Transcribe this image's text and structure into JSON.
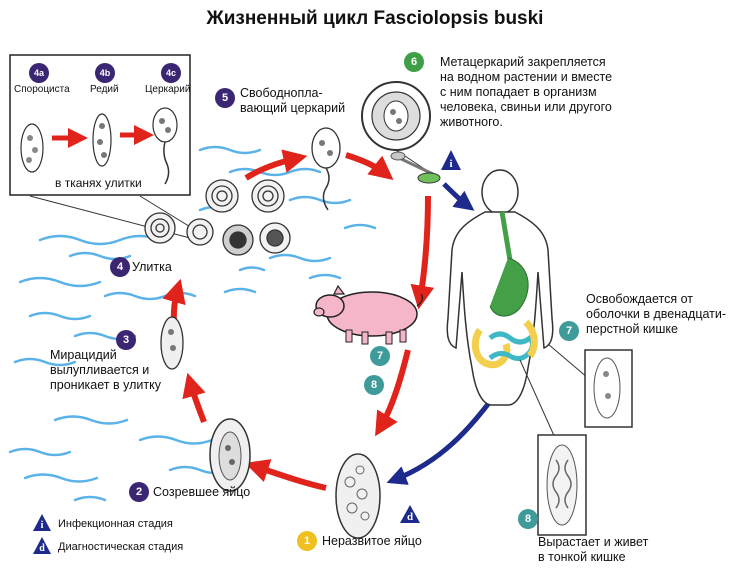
{
  "title": "Жизненный цикл Fasciolopsis buski",
  "colors": {
    "stage_purple": "#3b2673",
    "stage_teal": "#3f9a9a",
    "stage_green": "#3f9f46",
    "stage_yellow": "#f0c020",
    "cycle_red": "#e0241c",
    "human_arrow_blue": "#1f2b8c",
    "water_blue": "#59b2e8",
    "pig_pink": "#f4b6c8",
    "gut_green": "#43a047",
    "gut_yellow": "#f3cf4d",
    "gut_teal": "#3fb8c5"
  },
  "inset": {
    "stages": [
      {
        "num": "4a",
        "label": "Спороциста",
        "icon": "sporocyst-icon"
      },
      {
        "num": "4b",
        "label": "Редий",
        "icon": "redia-icon"
      },
      {
        "num": "4c",
        "label": "Церкарий",
        "icon": "cercaria-icon"
      }
    ],
    "caption": "в тканях улитки"
  },
  "stages": {
    "s1": {
      "num": "1",
      "label": "Неразвитое яйцо",
      "color": "#f0c020"
    },
    "s2": {
      "num": "2",
      "label": "Созревшее яйцо",
      "color": "#3b2673"
    },
    "s3": {
      "num": "3",
      "label": "Мирацидий вылупливается и проникает в улитку",
      "lines": [
        "Мирацидий",
        "вылупливается и",
        "проникает в улитку"
      ],
      "color": "#3b2673"
    },
    "s4": {
      "num": "4",
      "label": "Улитка",
      "color": "#3b2673"
    },
    "s5": {
      "num": "5",
      "label": "Свободноплавающий церкарий",
      "lines": [
        "Свободнопла-",
        "вающий церкарий"
      ],
      "color": "#3b2673"
    },
    "s6": {
      "num": "6",
      "label": "Метацеркарий закрепляется на водном растении и вместе с ним попадает в организм человека, свиньи или другого животного.",
      "lines": [
        "Метацеркарий закрепляется",
        "на водном растении и вместе",
        "с ним попадает в организм",
        "человека, свиньи или другого",
        "животного."
      ],
      "color": "#3f9f46"
    },
    "s7": {
      "num": "7",
      "label": "Освобождается от оболочки в двенадцатиперстной кишке",
      "lines": [
        "Освобождается от",
        "оболочки в двенадцати-",
        "перстной кишке"
      ],
      "color": "#3f9a9a"
    },
    "s8": {
      "num": "8",
      "label": "Вырастает и живет в тонкой кишке",
      "lines": [
        "Вырастает и живет",
        "в тонкой кишке"
      ],
      "color": "#3f9a9a"
    }
  },
  "pig_markers": [
    "7",
    "8"
  ],
  "markers": {
    "infective": "i",
    "diagnostic": "d"
  },
  "legend": [
    {
      "symbol": "i",
      "label": "Инфекционная стадия"
    },
    {
      "symbol": "d",
      "label": "Диагностическая стадия"
    }
  ]
}
